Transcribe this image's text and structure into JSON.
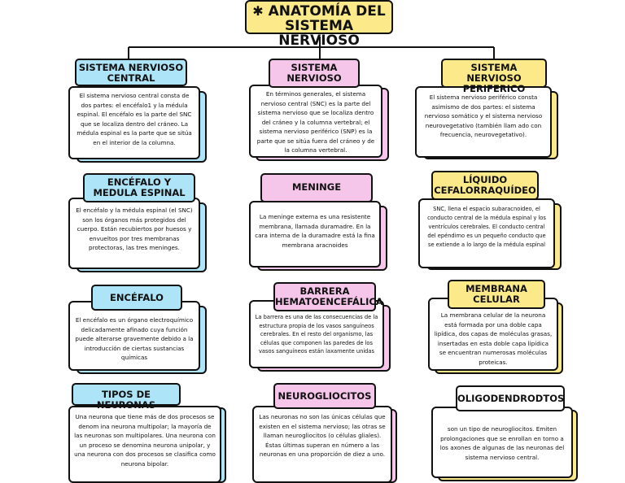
{
  "title": {
    "star": "✱",
    "line1": "ANATOMÍA DEL",
    "line2": "SISTEMA NERVIOSO"
  },
  "columns": {
    "left": {
      "color": "#aee4f7",
      "cards": [
        {
          "header": "SISTEMA NERVIOSO CENTRAL",
          "text": "El sistema nervioso central consta de dos partes: el encéfalo1 y la médula espinal. El encéfalo es la parte del SNC que se localiza dentro del cráneo. La médula espinal es la parte que se sitúa en el interior de la columna."
        },
        {
          "header": "ENCÉFALO Y MEDULA ESPINAL",
          "text": "El encéfalo y la médula espinal (el SNC) son los órganos más protegidos del cuerpo. Están recubiertos por huesos y envueltos por tres membranas protectoras, las tres meninges."
        },
        {
          "header": "ENCÉFALO",
          "text": "El encéfalo es un órgano electroquímico delicadamente afinado cuya función puede alterarse gravemente debido a la introducción de ciertas sustancias químicas"
        },
        {
          "header": "TIPOS DE NEURONAS",
          "text": "Una neurona que tiene más de dos procesos se denom ina neurona multipolar; la mayoría de las neuronas son multipolares. Una neurona con un proceso se denomina neurona unipolar, y una neurona con dos procesos se clasifica como neurona bipolar."
        }
      ]
    },
    "center": {
      "color": "#f5c6ea",
      "cards": [
        {
          "header": "SISTEMA NERVIOSO",
          "text": "En términos generales, el sistema nervioso central (SNC) es la parte del sistema nervioso que se localiza dentro del cráneo y la columna vertebral; el sistema nervioso periférico (SNP) es la parte que se sitúa fuera del cráneo y de la columna vertebral."
        },
        {
          "header": "MENINGE",
          "text": "La meninge externa es una resistente membrana, llamada duramadre. En la cara interna de la duramadre está la fina membrana aracnoides"
        },
        {
          "header": "BARRERA HEMATOENCEFÁLICA",
          "text": "La barrera es una de las consecuencias de la estructura propia de los vasos sanguíneos cerebrales. En el resto del organismo, las células que componen las paredes de los vasos sanguíneos están laxamente unidas"
        },
        {
          "header": "NEUROGLIOCITOS",
          "text": "Las neuronas no son las únicas células que existen en el sistema nervioso; las otras se llaman neurogliocitos (o células gliales). Éstas últimas superan en número a las neuronas en una proporción de diez a uno."
        }
      ]
    },
    "right": {
      "color": "#fbe98a",
      "cards": [
        {
          "header": "SISTEMA NERVIOSO PERIFERICO",
          "text": "El sistema nervioso periférico consta asimismo de dos partes: el sistema nervioso somático y el sistema nervioso neurovegetativo (también llam ado con frecuencia, neurovegetativo)."
        },
        {
          "header": "LÍQUIDO CEFALORRAQUÍDEO",
          "text": "SNC, llena el espacio subaracnoideo, el conducto central de la médula espinal y los ventrículos cerebrales. El conducto central del epéndimo es un pequeño conducto que se extiende a lo largo de la médula espinal"
        },
        {
          "header": "MEMBRANA CELULAR",
          "text": "La membrana celular de la neurona está formada por una doble capa lipídica, dos capas de moléculas grasas, insertadas en esta doble capa lipídica se encuentran numerosas moléculas proteicas."
        },
        {
          "header": "OLIGODENDRODTOS",
          "text": "son un tipo de neurogliocitos. Emiten prolongaciones que se enrollan en torno a los axones de algunas de las neuronas del sistema nervioso central."
        }
      ]
    }
  }
}
